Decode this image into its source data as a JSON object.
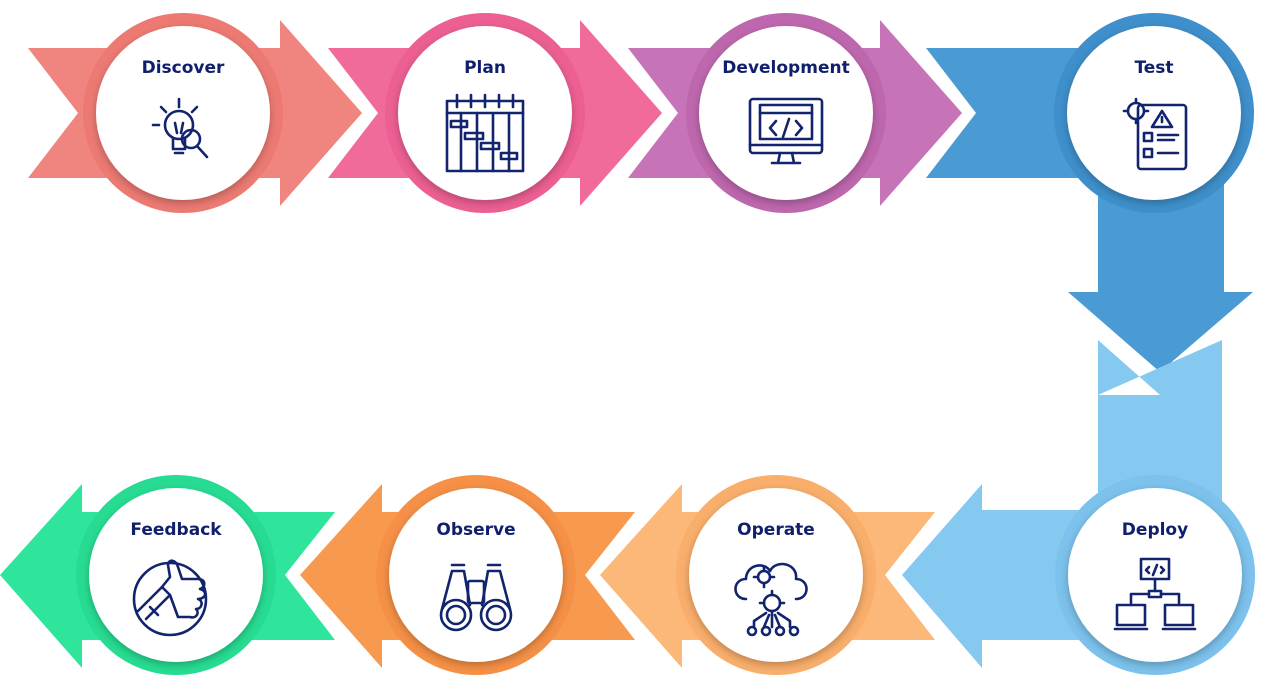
{
  "steps": [
    {
      "label": "Discover",
      "icon": "lightbulb-magnifier-icon",
      "color": "#f0847e",
      "ring": "#ec7a73"
    },
    {
      "label": "Plan",
      "icon": "gantt-calendar-icon",
      "color": "#f06b9c",
      "ring": "#ec5f93"
    },
    {
      "label": "Development",
      "icon": "code-monitor-icon",
      "color": "#c674b7",
      "ring": "#be67ae"
    },
    {
      "label": "Test",
      "icon": "test-report-icon",
      "color": "#4a9bd3",
      "ring": "#3e8fcb"
    },
    {
      "label": "Deploy",
      "icon": "network-deploy-icon",
      "color": "#86c9f0",
      "ring": "#7cc2ec"
    },
    {
      "label": "Operate",
      "icon": "cloud-gears-icon",
      "color": "#fcb878",
      "ring": "#f9ae6b"
    },
    {
      "label": "Observe",
      "icon": "binoculars-icon",
      "color": "#f79a50",
      "ring": "#f59046"
    },
    {
      "label": "Feedback",
      "icon": "thumbs-up-icon",
      "color": "#2fe59c",
      "ring": "#27dc92"
    }
  ]
}
